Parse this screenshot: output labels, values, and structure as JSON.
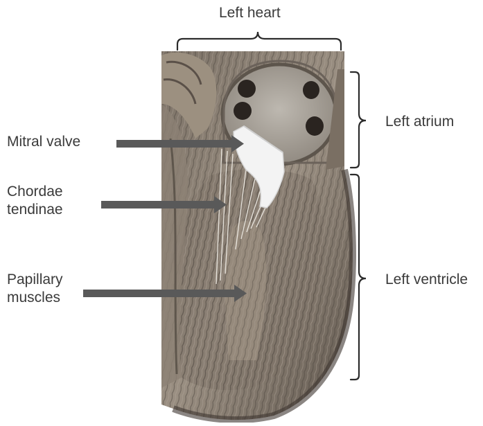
{
  "diagram": {
    "top_label": "Left heart",
    "left_labels": {
      "mitral_valve": "Mitral valve",
      "chordae_line1": "Chordae",
      "chordae_line2": "tendinae",
      "papillary_line1": "Papillary",
      "papillary_line2": "muscles"
    },
    "right_labels": {
      "left_atrium": "Left atrium",
      "left_ventricle": "Left ventricle"
    },
    "colors": {
      "text": "#3a3a3a",
      "arrow": "#595959",
      "bracket": "#2b2b2b",
      "tissue": "#8a7f72",
      "tissue_dark": "#4a423b",
      "atrium_bg": "#a9a39a",
      "valve": "#f2f2f2"
    }
  }
}
